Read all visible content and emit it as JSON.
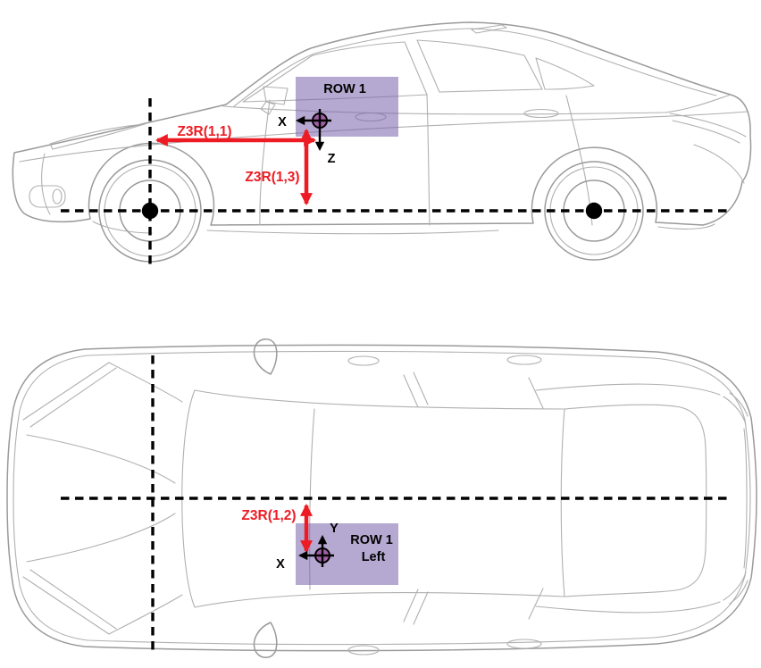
{
  "colors": {
    "dimension_red": "#ED1C24",
    "highlight_purple": "#AC9FCB",
    "highlight_purple_base": "#7A62AC",
    "car_outline": "#9A9A9A",
    "car_outline_light": "#B0B0B0",
    "annotation_black": "#000000",
    "origin_marker_fill": "#A05FA5",
    "background": "#FFFFFF"
  },
  "side_view": {
    "row1_box_label": "ROW 1",
    "x_axis_label": "X",
    "z_axis_label": "Z",
    "dim_label_x": "Z3R(1,1)",
    "dim_label_z": "Z3R(1,3)"
  },
  "top_view": {
    "row1_box_label": "ROW 1",
    "row1_box_sublabel": "Left",
    "x_axis_label": "X",
    "y_axis_label": "Y",
    "dim_label_y": "Z3R(1,2)"
  }
}
